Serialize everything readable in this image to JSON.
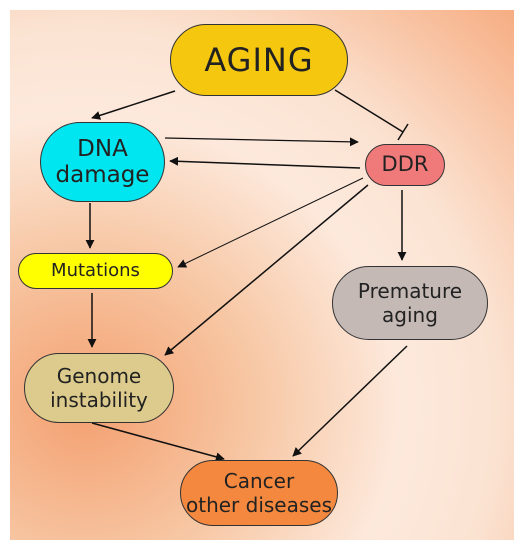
{
  "nodes": {
    "aging": "AGING",
    "dna_damage": "DNA\ndamage",
    "ddr": "DDR",
    "mutations": "Mutations",
    "premature_aging": "Premature\naging",
    "genome_instability": "Genome\ninstability",
    "cancer": "Cancer\nother diseases"
  },
  "edges": [
    {
      "from": "aging",
      "to": "dna_damage",
      "type": "activation"
    },
    {
      "from": "aging",
      "to": "ddr",
      "type": "inhibition"
    },
    {
      "from": "dna_damage",
      "to": "ddr",
      "type": "activation"
    },
    {
      "from": "ddr",
      "to": "dna_damage",
      "type": "activation"
    },
    {
      "from": "dna_damage",
      "to": "mutations",
      "type": "activation"
    },
    {
      "from": "ddr",
      "to": "mutations",
      "type": "activation"
    },
    {
      "from": "ddr",
      "to": "genome_instability",
      "type": "activation"
    },
    {
      "from": "ddr",
      "to": "premature_aging",
      "type": "activation"
    },
    {
      "from": "mutations",
      "to": "genome_instability",
      "type": "activation"
    },
    {
      "from": "genome_instability",
      "to": "cancer",
      "type": "activation"
    },
    {
      "from": "premature_aging",
      "to": "cancer",
      "type": "activation"
    }
  ],
  "colors": {
    "aging": "#f5c80f",
    "dna_damage": "#00e6f0",
    "ddr": "#f07a7a",
    "mutations": "#ffff00",
    "premature_aging": "#c5b9b6",
    "genome_instability": "#dccb8c",
    "cancer": "#f4883e",
    "arrow": "#111111"
  }
}
